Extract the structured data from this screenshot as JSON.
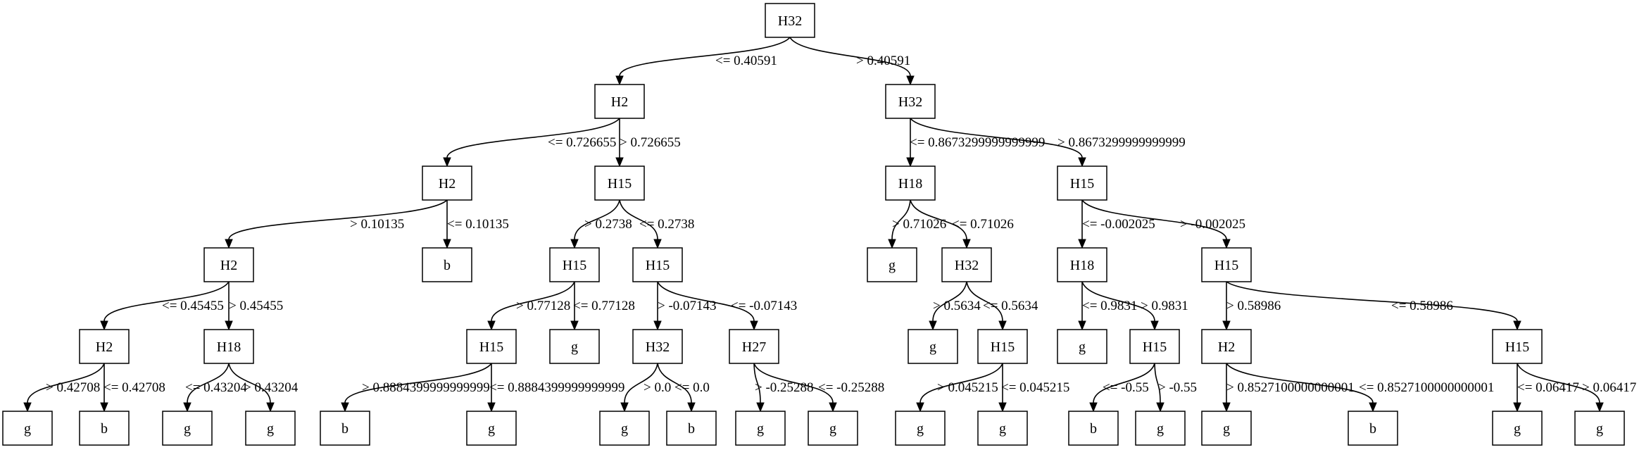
{
  "tree": {
    "nodes": [
      {
        "id": "n0",
        "label": "H32"
      },
      {
        "id": "n1",
        "label": "H2"
      },
      {
        "id": "n2",
        "label": "H32"
      },
      {
        "id": "n3",
        "label": "H2"
      },
      {
        "id": "n4",
        "label": "H15"
      },
      {
        "id": "n5",
        "label": "H18"
      },
      {
        "id": "n6",
        "label": "H15"
      },
      {
        "id": "n7",
        "label": "H2"
      },
      {
        "id": "n8",
        "label": "b"
      },
      {
        "id": "n9",
        "label": "H15"
      },
      {
        "id": "n10",
        "label": "H15"
      },
      {
        "id": "n11",
        "label": "g"
      },
      {
        "id": "n12",
        "label": "H32"
      },
      {
        "id": "n13",
        "label": "H18"
      },
      {
        "id": "n14",
        "label": "H15"
      },
      {
        "id": "n15",
        "label": "H2"
      },
      {
        "id": "n16",
        "label": "H18"
      },
      {
        "id": "n17",
        "label": "H15"
      },
      {
        "id": "n18",
        "label": "g"
      },
      {
        "id": "n19",
        "label": "H32"
      },
      {
        "id": "n20",
        "label": "H27"
      },
      {
        "id": "n21",
        "label": "g"
      },
      {
        "id": "n22",
        "label": "H15"
      },
      {
        "id": "n23",
        "label": "g"
      },
      {
        "id": "n24",
        "label": "H15"
      },
      {
        "id": "n25",
        "label": "H2"
      },
      {
        "id": "n26",
        "label": "H15"
      },
      {
        "id": "n27",
        "label": "g"
      },
      {
        "id": "n28",
        "label": "b"
      },
      {
        "id": "n29",
        "label": "g"
      },
      {
        "id": "n30",
        "label": "g"
      },
      {
        "id": "n31",
        "label": "b"
      },
      {
        "id": "n32",
        "label": "g"
      },
      {
        "id": "n33",
        "label": "g"
      },
      {
        "id": "n34",
        "label": "b"
      },
      {
        "id": "n35",
        "label": "g"
      },
      {
        "id": "n36",
        "label": "g"
      },
      {
        "id": "n37",
        "label": "g"
      },
      {
        "id": "n38",
        "label": "g"
      },
      {
        "id": "n39",
        "label": "b"
      },
      {
        "id": "n40",
        "label": "g"
      },
      {
        "id": "n41",
        "label": "g"
      },
      {
        "id": "n42",
        "label": "b"
      },
      {
        "id": "n43",
        "label": "g"
      },
      {
        "id": "n44",
        "label": "g"
      }
    ],
    "edges": [
      {
        "from": "n0",
        "to": "n1",
        "label": "<= 0.40591"
      },
      {
        "from": "n0",
        "to": "n2",
        "label": "> 0.40591"
      },
      {
        "from": "n1",
        "to": "n3",
        "label": "<= 0.726655"
      },
      {
        "from": "n1",
        "to": "n4",
        "label": "> 0.726655"
      },
      {
        "from": "n2",
        "to": "n5",
        "label": "<= 0.8673299999999999"
      },
      {
        "from": "n2",
        "to": "n6",
        "label": "> 0.8673299999999999"
      },
      {
        "from": "n3",
        "to": "n7",
        "label": "> 0.10135"
      },
      {
        "from": "n3",
        "to": "n8",
        "label": "<= 0.10135"
      },
      {
        "from": "n4",
        "to": "n9",
        "label": "> 0.2738"
      },
      {
        "from": "n4",
        "to": "n10",
        "label": "<= 0.2738"
      },
      {
        "from": "n5",
        "to": "n11",
        "label": "> 0.71026"
      },
      {
        "from": "n5",
        "to": "n12",
        "label": "<= 0.71026"
      },
      {
        "from": "n6",
        "to": "n13",
        "label": "<= -0.002025"
      },
      {
        "from": "n6",
        "to": "n14",
        "label": "> -0.002025"
      },
      {
        "from": "n7",
        "to": "n15",
        "label": "<= 0.45455"
      },
      {
        "from": "n7",
        "to": "n16",
        "label": "> 0.45455"
      },
      {
        "from": "n9",
        "to": "n17",
        "label": "> 0.77128"
      },
      {
        "from": "n9",
        "to": "n18",
        "label": "<= 0.77128"
      },
      {
        "from": "n10",
        "to": "n19",
        "label": "> -0.07143"
      },
      {
        "from": "n10",
        "to": "n20",
        "label": "<= -0.07143"
      },
      {
        "from": "n12",
        "to": "n21",
        "label": "> 0.5634"
      },
      {
        "from": "n12",
        "to": "n22",
        "label": "<= 0.5634"
      },
      {
        "from": "n13",
        "to": "n23",
        "label": "<= 0.9831"
      },
      {
        "from": "n13",
        "to": "n24",
        "label": "> 0.9831"
      },
      {
        "from": "n14",
        "to": "n25",
        "label": "> 0.58986"
      },
      {
        "from": "n14",
        "to": "n26",
        "label": "<= 0.58986"
      },
      {
        "from": "n15",
        "to": "n27",
        "label": "> 0.42708"
      },
      {
        "from": "n15",
        "to": "n28",
        "label": "<= 0.42708"
      },
      {
        "from": "n16",
        "to": "n29",
        "label": "<= 0.43204"
      },
      {
        "from": "n16",
        "to": "n30",
        "label": "> 0.43204"
      },
      {
        "from": "n17",
        "to": "n31",
        "label": "> 0.8884399999999999"
      },
      {
        "from": "n17",
        "to": "n32",
        "label": "<= 0.8884399999999999"
      },
      {
        "from": "n19",
        "to": "n33",
        "label": "> 0.0"
      },
      {
        "from": "n19",
        "to": "n34",
        "label": "<= 0.0"
      },
      {
        "from": "n20",
        "to": "n35",
        "label": "> -0.25288"
      },
      {
        "from": "n20",
        "to": "n36",
        "label": "<= -0.25288"
      },
      {
        "from": "n22",
        "to": "n37",
        "label": "> 0.045215"
      },
      {
        "from": "n22",
        "to": "n38",
        "label": "<= 0.045215"
      },
      {
        "from": "n24",
        "to": "n39",
        "label": "<= -0.55"
      },
      {
        "from": "n24",
        "to": "n40",
        "label": "> -0.55"
      },
      {
        "from": "n25",
        "to": "n41",
        "label": "> 0.8527100000000001"
      },
      {
        "from": "n25",
        "to": "n42",
        "label": "<= 0.8527100000000001"
      },
      {
        "from": "n26",
        "to": "n43",
        "label": "<= 0.06417"
      },
      {
        "from": "n26",
        "to": "n44",
        "label": "> 0.06417"
      }
    ]
  }
}
